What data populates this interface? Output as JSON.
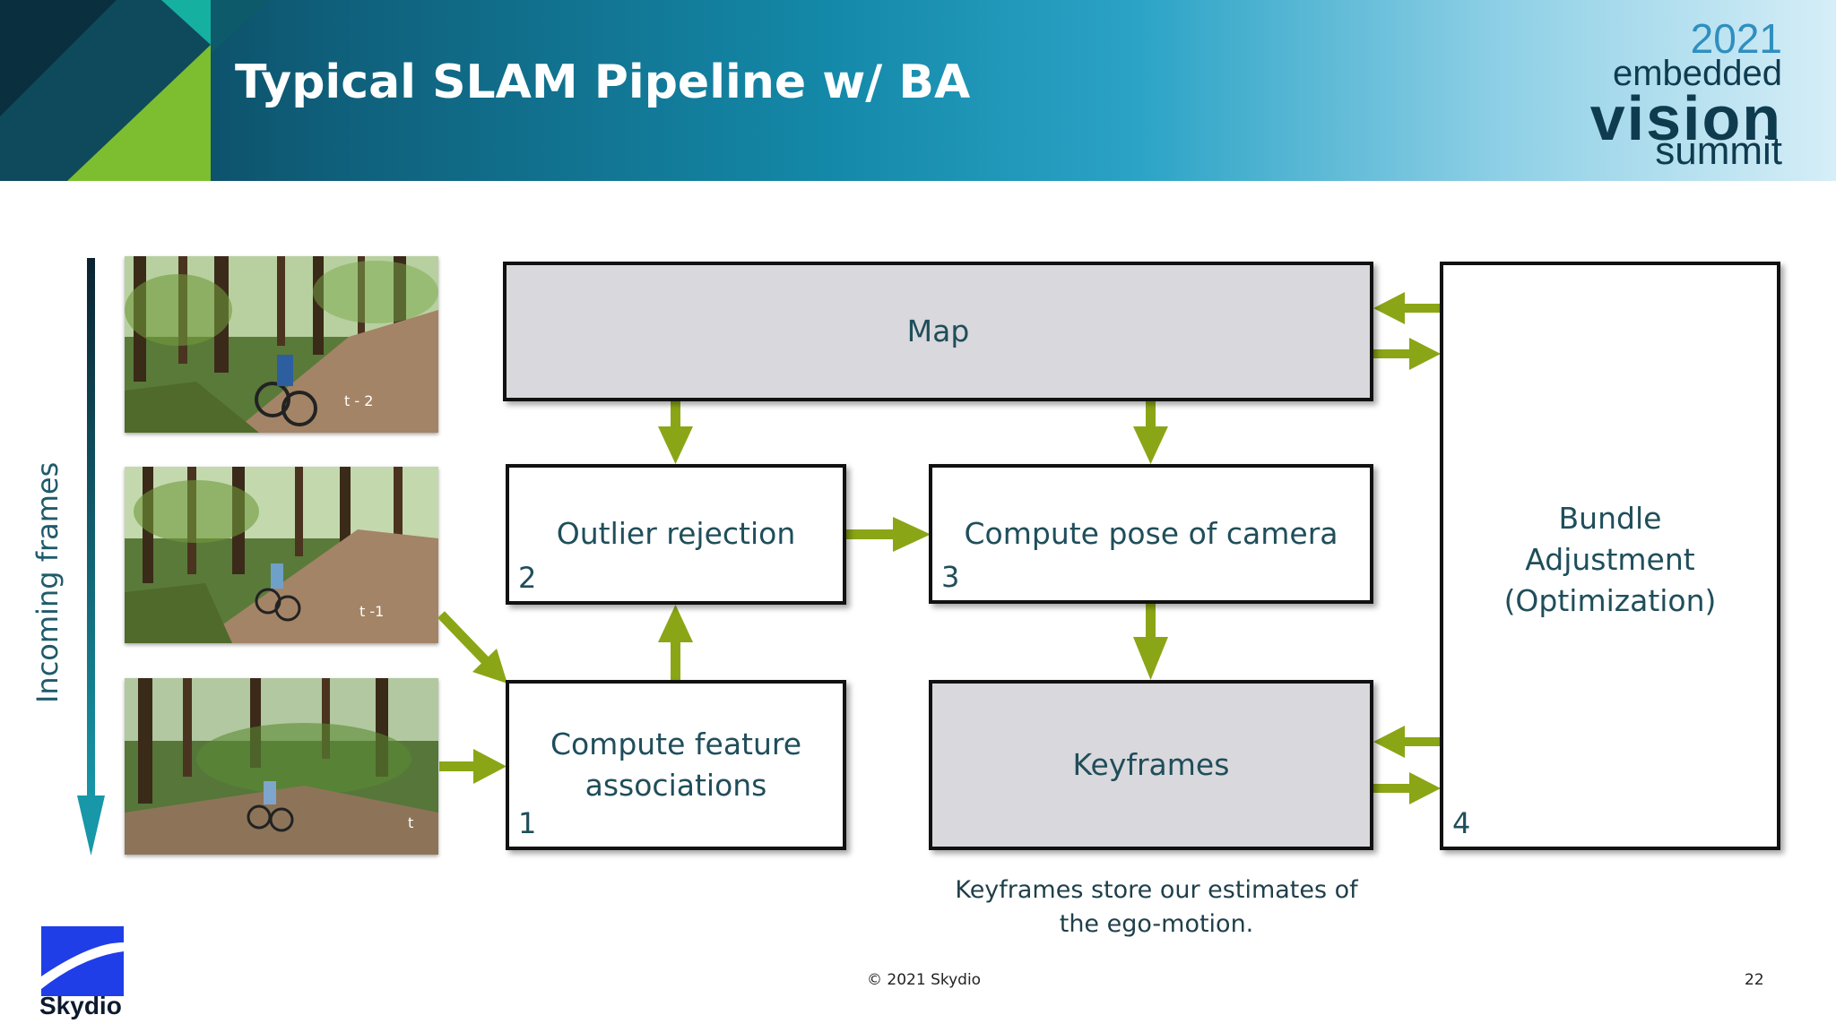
{
  "slide": {
    "title": "Typical SLAM Pipeline w/ BA",
    "copyright": "© 2021 Skydio",
    "page_number": "22"
  },
  "event_logo": {
    "year": "2021",
    "line1": "embedded",
    "line2": "vision",
    "line3": "summit"
  },
  "frames": {
    "axis_label": "Incoming frames",
    "items": [
      {
        "label": "t - 2"
      },
      {
        "label": "t -1"
      },
      {
        "label": "t"
      }
    ]
  },
  "diagram": {
    "map": "Map",
    "outlier": {
      "label": "Outlier rejection",
      "number": "2"
    },
    "pose": {
      "label": "Compute pose of camera",
      "number": "3"
    },
    "feature": {
      "label_line1": "Compute feature",
      "label_line2": "associations",
      "number": "1"
    },
    "keyframes": "Keyframes",
    "ba": {
      "line1": "Bundle",
      "line2": "Adjustment",
      "line3": "(Optimization)",
      "number": "4"
    },
    "note_line1": "Keyframes store our estimates of",
    "note_line2": "the ego-motion."
  },
  "brand": {
    "company": "Skydio",
    "accent_color": "#8aa616",
    "box_gray": "#d9d8dc",
    "logo_blue": "#1f3ee8"
  }
}
